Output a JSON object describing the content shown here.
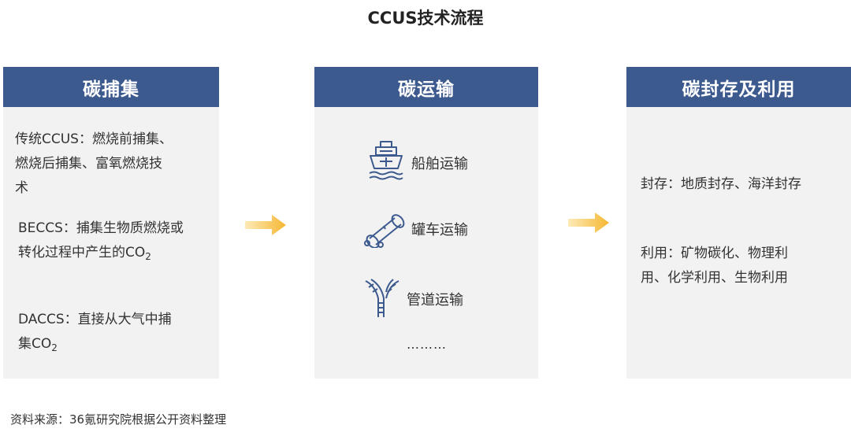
{
  "title": "CCUS技术流程",
  "capture": {
    "header": "碳捕集",
    "item1_lines": [
      "传统CCUS：燃烧前捕集、",
      "燃烧后捕集、富氧燃烧技",
      "术"
    ],
    "item2_line1": "BECCS：捕集生物质燃烧或",
    "item2_line2": "转化过程中产生的CO",
    "item2_sub": "2",
    "item3_line1": "DACCS：直接从大气中捕",
    "item3_line2": "集CO",
    "item3_sub": "2"
  },
  "transport": {
    "header": "碳运输",
    "items": [
      {
        "icon": "ship-icon",
        "label": "船舶运输"
      },
      {
        "icon": "tank-truck-icon",
        "label": "罐车运输"
      },
      {
        "icon": "pipeline-icon",
        "label": "管道运输"
      }
    ],
    "more": "………"
  },
  "storage": {
    "header": "碳封存及利用",
    "storage_line": "封存：地质封存、海洋封存",
    "utilization_lines": [
      "利用：矿物碳化、物理利",
      "用、化学利用、生物利用"
    ]
  },
  "source": "资料来源：36氪研究院根据公开资料整理",
  "colors": {
    "header_bg": "#3d5a8f",
    "panel_bg": "#f2f2f2",
    "arrow": "#f5b731",
    "icon": "#3d5a8f"
  }
}
